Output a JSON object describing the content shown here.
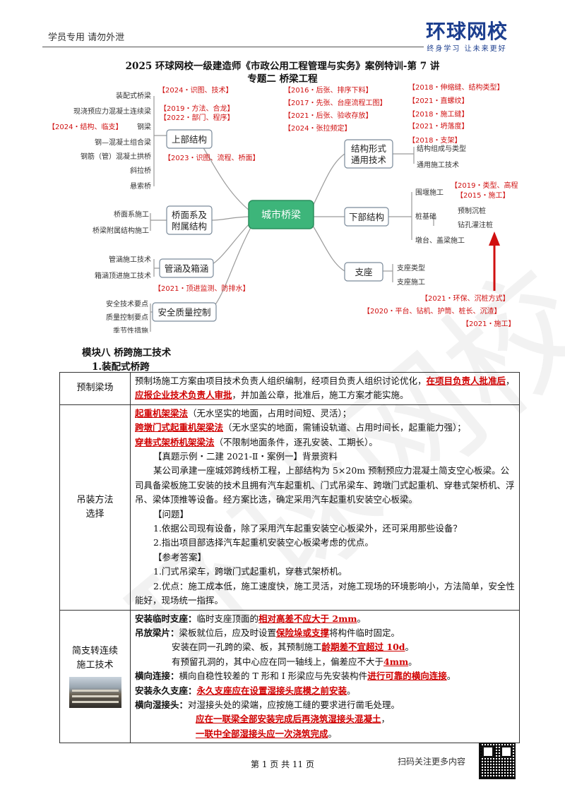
{
  "header": {
    "left_text": "学员专用 请勿外泄",
    "logo_main": "环球网校",
    "logo_sub": "终身学习 让未来更好"
  },
  "title": "2025 环球网校一级建造师《市政公用工程管理与实务》案例特训-第 7 讲",
  "subtitle": "专题二 桥梁工程",
  "mindmap": {
    "center": "城市桥梁",
    "left": {
      "upper": {
        "label": "上部结构",
        "items": [
          "装配式桥梁",
          "现浇预应力混凝土连续梁",
          "钢梁",
          "钢—混凝土组合梁",
          "钢筋（管）混凝土拱桥",
          "斜拉桥",
          "悬索桥"
        ],
        "tags": [
          "【2024・识图、技术】",
          "【2019・方法、合龙】",
          "【2022・部门、程序】",
          "【2024・结构、临支】",
          "【2023・识图、流程、桥面】"
        ]
      },
      "deck": {
        "label_1": "桥面系及",
        "label_2": "附属结构",
        "items": [
          "桥面系施工",
          "桥梁附属结构施工"
        ]
      },
      "culvert": {
        "label": "管涵及箱涵",
        "items": [
          "管涵施工技术",
          "箱涵顶进施工技术"
        ],
        "tag": "【2021・顶进监测、防排水】"
      },
      "safety": {
        "label": "安全质量控制",
        "items": [
          "安全技术要点",
          "质量控制要点",
          "季节性措施"
        ]
      }
    },
    "top_tags": [
      "【2016・后张、排序下料】",
      "【2017・先张、台座流程工图】",
      "【2021・后张、验收存放】",
      "【2024・张拉频定】"
    ],
    "right": {
      "structure": {
        "label_1": "结构形式",
        "label_2": "通用技术",
        "items": [
          "结构组成与类型",
          "通用施工技术"
        ],
        "tags": [
          "【2018・伸缩缝、结构类型】",
          "【2021・直螺纹】",
          "【2018・施工缝】",
          "【2021・坍落度】",
          "【2018・支架】"
        ]
      },
      "lower": {
        "label": "下部结构",
        "items": [
          "围堰施工",
          "桩基础",
          "预制沉桩",
          "钻孔灌注桩",
          "墩台、盖梁施工"
        ],
        "tags": [
          "【2019・类型、高程】",
          "【2015・施工】"
        ]
      },
      "bearing": {
        "label": "支座",
        "items": [
          "支座类型",
          "支座施工"
        ],
        "tags": [
          "【2021・环保、沉桩方式】",
          "【2020・平台、钻机、护筒、桩长、沉渣】",
          "【2021・施工】"
        ]
      }
    }
  },
  "module_title": "模块八  桥跨施工技术",
  "section_title": "1.装配式桥跨",
  "rows": {
    "r1": {
      "label": "预制梁场",
      "t1": "预制场施工方案由项目技术负责人组织编制，经项目负责人组织讨论优化，",
      "t2": "在项目负责人批准后",
      "t3": "，",
      "t4": "应报企业技术负责人审批",
      "t5": "，并加盖公章，批准后，施工方案才能实施。"
    },
    "r2": {
      "label_1": "吊装方法",
      "label_2": "选择",
      "m1": "起重机架梁法",
      "m1_note": "（无水坚实的地面，占用时间短、灵活）；",
      "m2": "跨墩门式起重机架梁法",
      "m2_note": "（无水坚实的地面，需铺设轨道、占用时间长，起重能力强）；",
      "m3": "穿巷式架桥机架梁法",
      "m3_note": "（不限制地面条件，逐孔安装、工期长）。",
      "case_head": "【真题示例・二建 2021-Ⅱ・案例一】背景资料",
      "case_body": "某公司承建一座城郊跨线桥工程，上部结构为 5×20m 预制预应力混凝土简支空心板梁。公司具备梁板施工安装的技术且拥有汽车起重机、门式吊梁车、跨墩门式起重机、穿巷式架桥机、浮吊、梁体顶推等设备。经方案比选，确定采用汽车起重机安装空心板梁。",
      "q_head": "【问题】",
      "q1": "1.依据公司现有设备，除了采用汽车起重安装空心板梁外，还可采用那些设备？",
      "q2": "2.指出项目部选择汽车起重机安装空心板梁考虑的优点。",
      "a_head": "【参考答案】",
      "a1": "1.门式吊梁车，跨墩门式起重机，穿巷式架桥机。",
      "a2": "2.优点：施工成本低，施工速度快，施工灵活，对施工现场的环境影响小，方法简单，安全性能好，现场统一指挥。"
    },
    "r3": {
      "label_1": "简支转连续",
      "label_2": "施工技术",
      "s1_b": "安装临时支座：",
      "s1_t": "临时支座顶面的",
      "s1_r": "相对高差不应大于 2mm",
      "s1_e": "。",
      "s2_b": "吊放梁片：",
      "s2_t": "梁板就位后，应及时设置",
      "s2_r": "保险垛或支撑",
      "s2_e": "将构件临时固定。",
      "s3_t": "安装在同一孔跨的梁、板，其预制施工",
      "s3_r": "龄期差不宜超过 10d",
      "s3_e": "。",
      "s4_t": "有预留孔洞的，其中心应在同一轴线上，偏差应不大于",
      "s4_r": "4mm",
      "s4_e": "。",
      "s5_b": "横向连接：",
      "s5_t": "横向自稳性较差的 T 形和 I 形梁应与先安装构件",
      "s5_r": "进行可靠的横向连接",
      "s5_e": "。",
      "s6_b": "安装永久支座：",
      "s6_r": "永久支座应在设置湿接头底模之前安装",
      "s6_e": "。",
      "s7_b": "横向湿接头：",
      "s7_t": "对湿接头处的梁端，应按施工缝的要求进行凿毛处理。",
      "s8_r": "应在一联梁全部安装完成后再浇筑湿接头混凝土",
      "s8_e": "，",
      "s9_r": "一联中全部湿接头应一次浇筑完成",
      "s9_e": "。"
    }
  },
  "footer": {
    "page": "第 1 页 共 11 页",
    "scan": "扫码关注更多内容"
  },
  "watermark": "环球网校",
  "colors": {
    "accent_red": "#d00000",
    "mindmap_center": "#3db57a",
    "brand_blue": "#1d3f8f"
  }
}
